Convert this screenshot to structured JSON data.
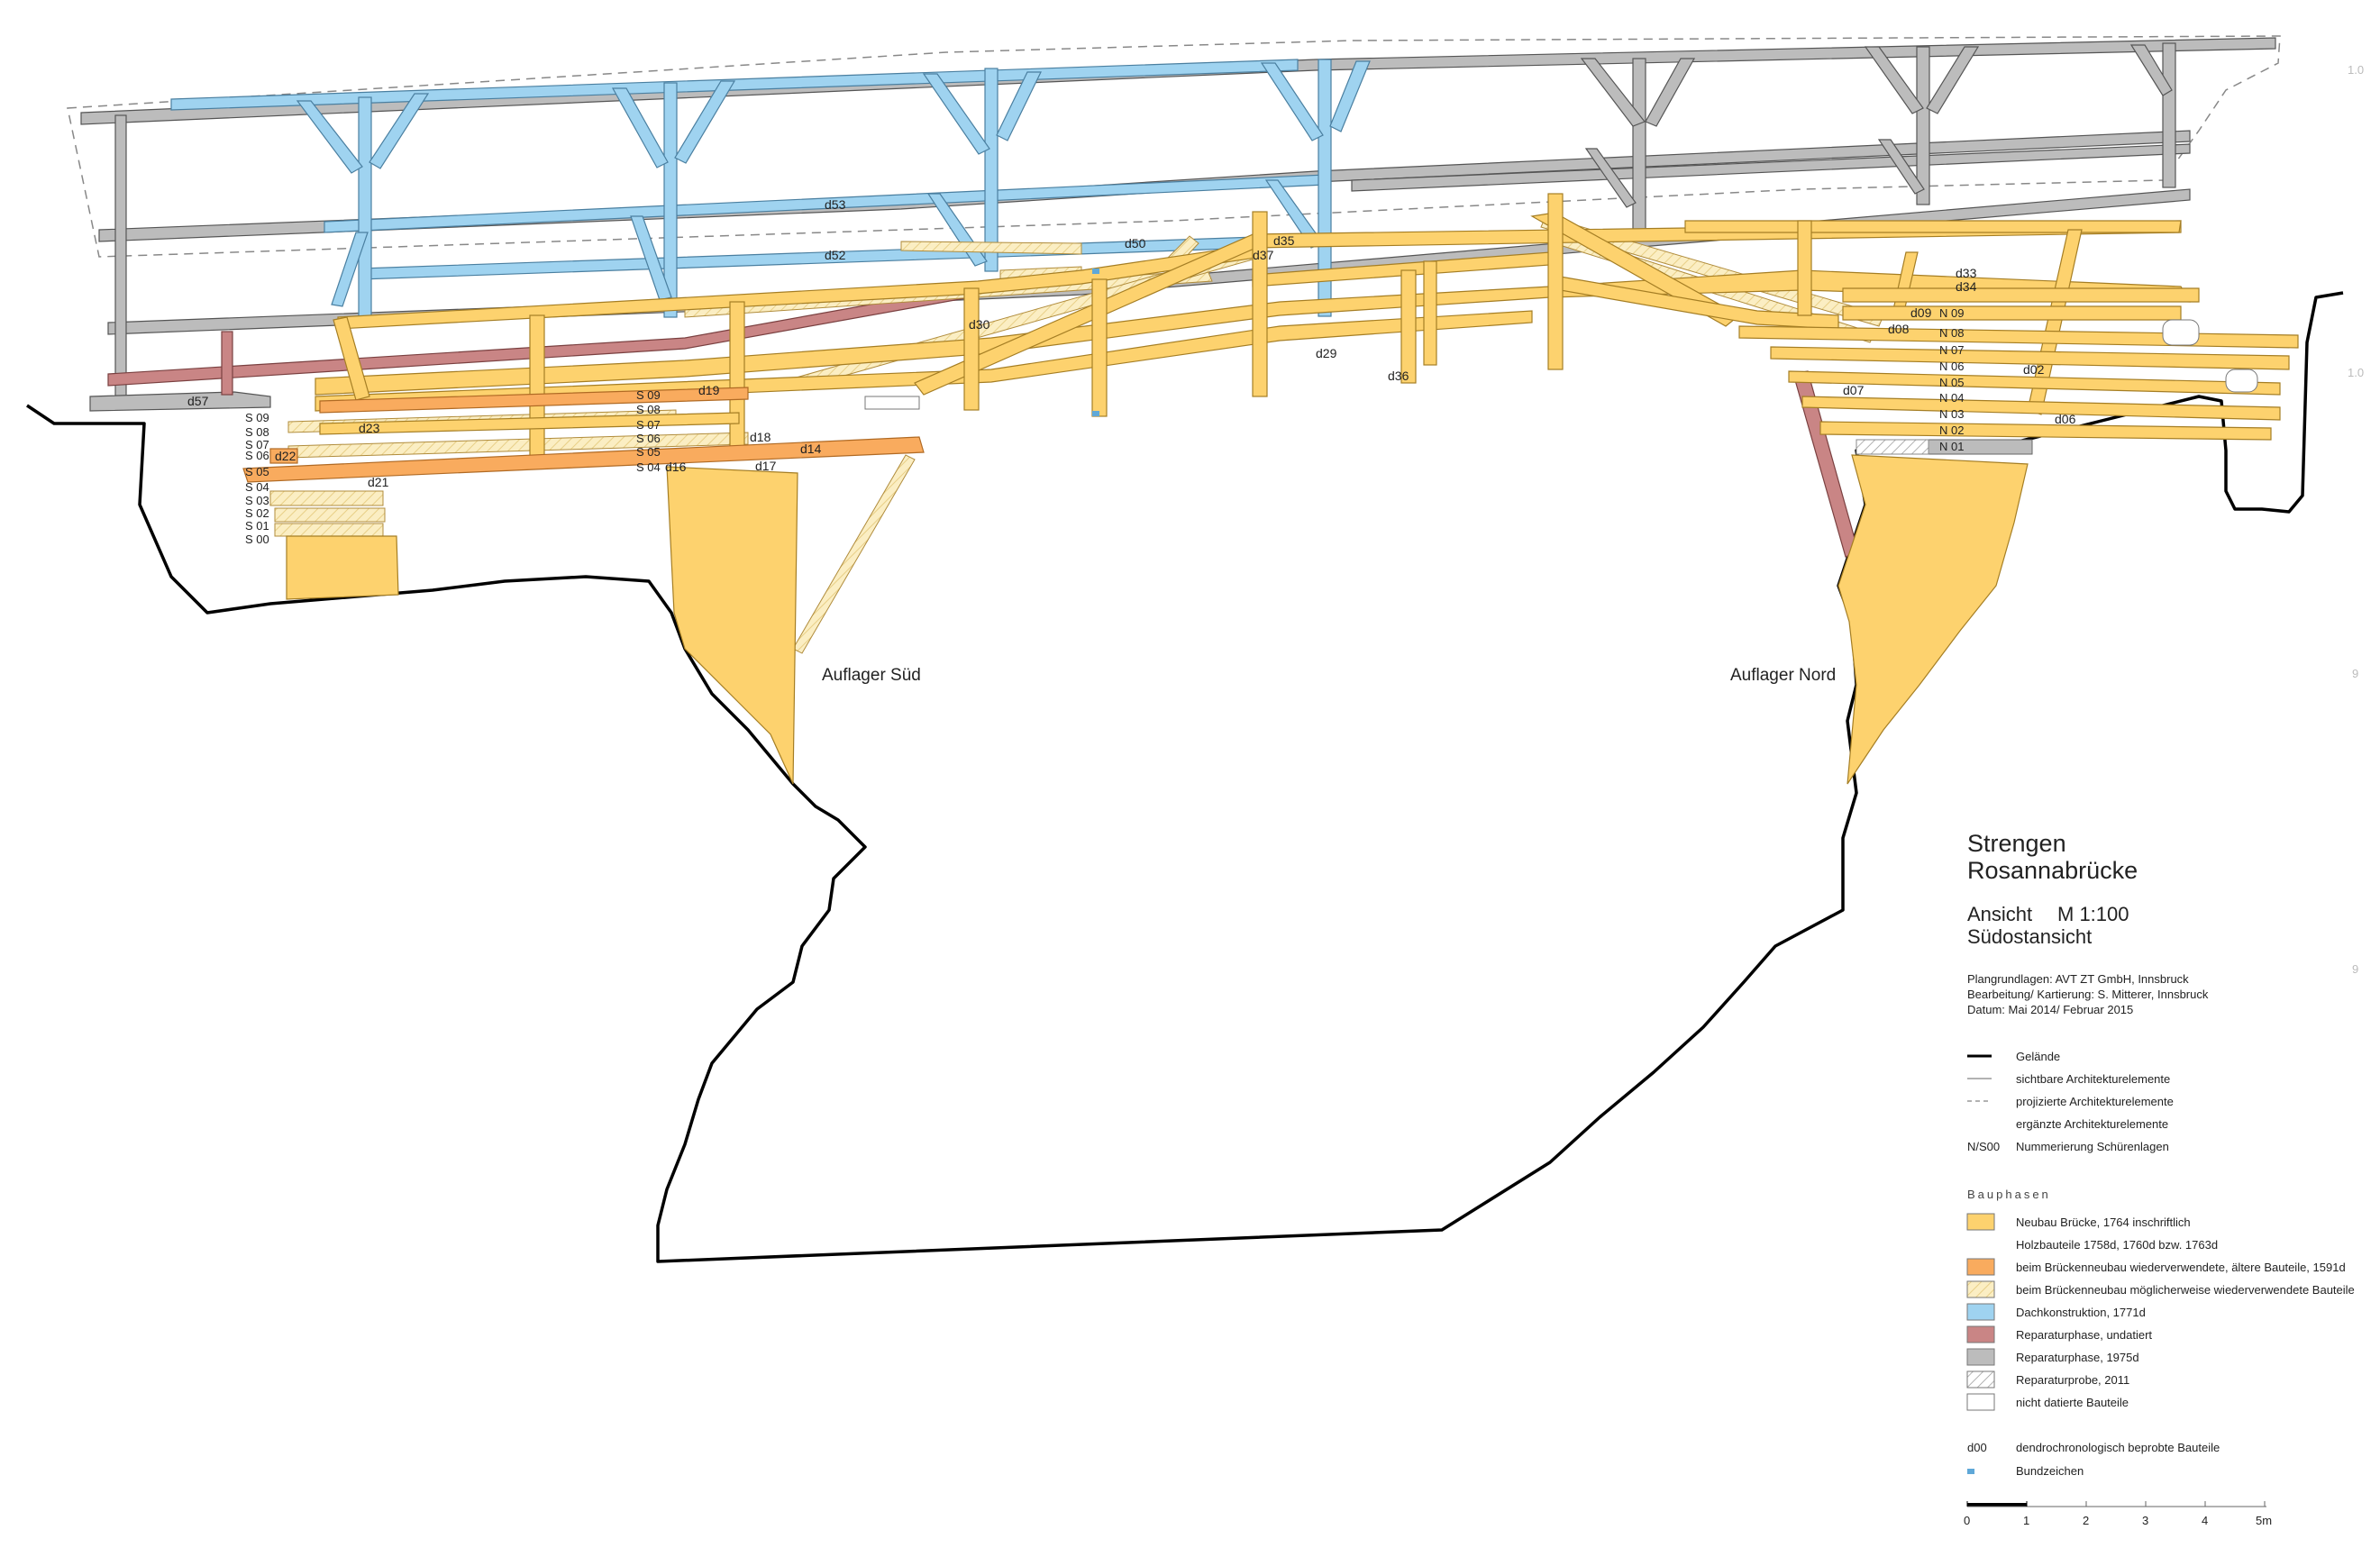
{
  "title": {
    "place": "Strengen",
    "object": "Rosannabrücke",
    "view": "Ansicht",
    "scale": "M 1:100",
    "orientation": "Südostansicht"
  },
  "credits": {
    "line1": "Plangrundlagen:  AVT ZT GmbH, Innsbruck",
    "line2": "Bearbeitung/ Kartierung:  S. Mitterer, Innsbruck",
    "line3": "Datum:  Mai 2014/ Februar 2015"
  },
  "line_legend": [
    {
      "key": "solid-thick",
      "label": "Gelände"
    },
    {
      "key": "solid-thin",
      "label": "sichtbare Architekturelemente"
    },
    {
      "key": "dashed",
      "label": "projizierte Architekturelemente"
    },
    {
      "key": "none",
      "label": "ergänzte Architekturelemente"
    },
    {
      "key": "text",
      "symbol": "N/S00",
      "label": "Nummerierung Schürenlagen"
    }
  ],
  "phases_heading": "Bauphasen",
  "phases": [
    {
      "color": "#fdd26e",
      "label": "Neubau Brücke, 1764 inschriftlich",
      "label2": "Holzbauteile 1758d, 1760d bzw. 1763d"
    },
    {
      "color": "#f9ab5e",
      "label": "beim Brückenneubau wiederverwendete, ältere Bauteile, 1591d"
    },
    {
      "color": "#fbeec3",
      "hatch": true,
      "label": "beim Brückenneubau möglicherweise wiederverwendete Bauteile"
    },
    {
      "color": "#9fd3f0",
      "label": "Dachkonstruktion, 1771d"
    },
    {
      "color": "#c98585",
      "label": "Reparaturphase, undatiert"
    },
    {
      "color": "#bcbcbc",
      "label": "Reparaturphase, 1975d"
    },
    {
      "color": "#ffffff",
      "hatch": true,
      "label": "Reparaturprobe, 2011"
    },
    {
      "color": "#ffffff",
      "label": "nicht datierte Bauteile"
    }
  ],
  "symbols": [
    {
      "symbol": "d00",
      "label": "dendrochronologisch beprobte Bauteile"
    },
    {
      "symbol": "blue-square",
      "label": "Bundzeichen"
    }
  ],
  "scale_bar": {
    "ticks": [
      "0",
      "1",
      "2",
      "3",
      "4",
      "5m"
    ]
  },
  "abutments": {
    "south": "Auflager Süd",
    "north": "Auflager Nord"
  },
  "layers_south": [
    "S 09",
    "S 08",
    "S 07",
    "S 06",
    "S 05",
    "S 04",
    "S 03",
    "S 02",
    "S 01",
    "S 00"
  ],
  "layers_mid": [
    "S 09",
    "S 08",
    "S 07",
    "S 06",
    "S 05",
    "S 04"
  ],
  "layers_north": [
    "N 09",
    "N 08",
    "N 07",
    "N 06",
    "N 05",
    "N 04",
    "N 03",
    "N 02",
    "N 01"
  ],
  "samples": {
    "d53": "d53",
    "d52": "d52",
    "d50": "d50",
    "d35a": "d35",
    "d37": "d37",
    "d33": "d33",
    "d34": "d34",
    "d30": "d30",
    "d29": "d29",
    "d36": "d36",
    "d09": "d09",
    "d08": "d08",
    "d02": "d02",
    "d07": "d07",
    "d06": "d06",
    "d57": "d57",
    "d19": "d19",
    "d23": "d23",
    "d22": "d22",
    "d18": "d18",
    "d14": "d14",
    "d16": "d16",
    "d17": "d17",
    "d21": "d21"
  },
  "margin_marks": [
    "1.0",
    "1.0",
    "9",
    "9"
  ],
  "colors": {
    "yellow": "#fdd26e",
    "orange": "#f9ab5e",
    "cream": "#fbeec3",
    "blue": "#9fd3f0",
    "red": "#c98585",
    "gray": "#bcbcbc",
    "outline": "#333333"
  }
}
